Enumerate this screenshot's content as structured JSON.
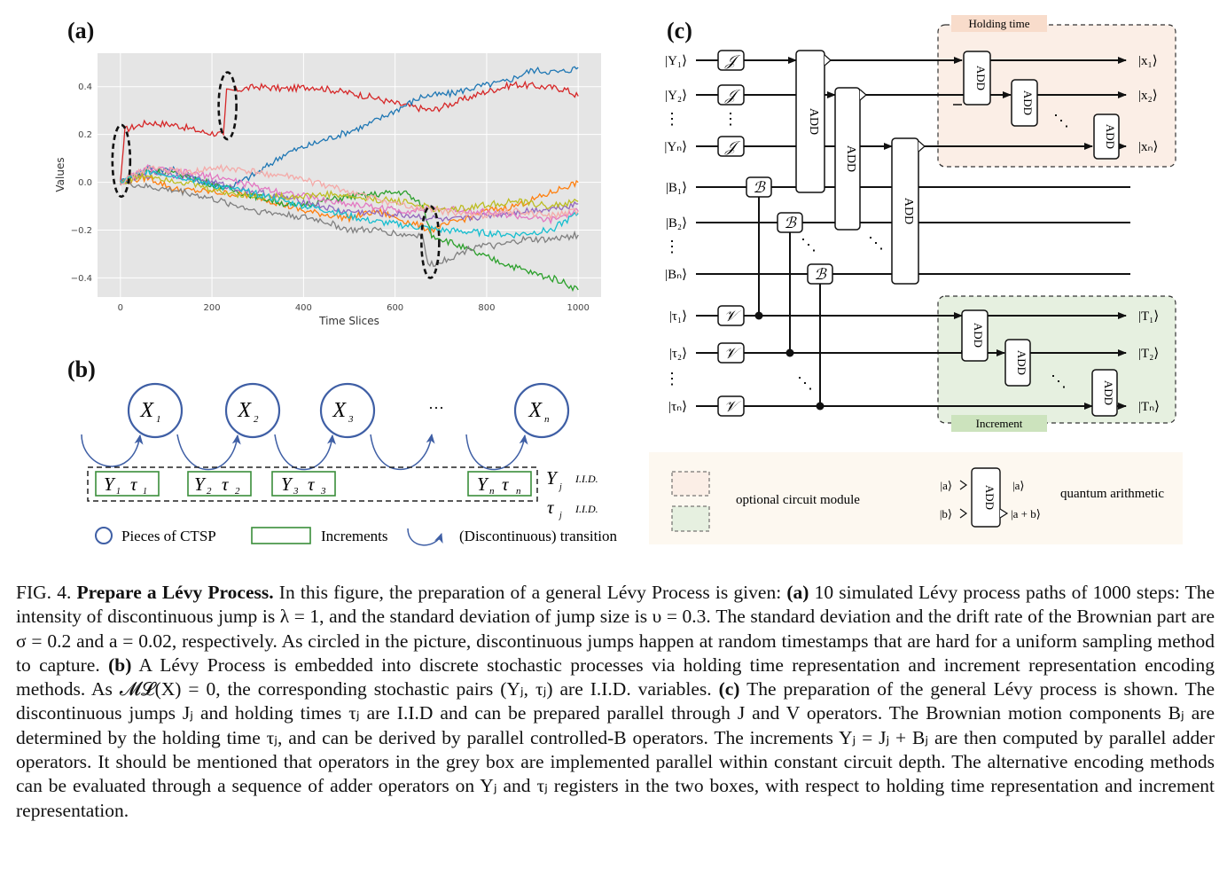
{
  "panels": {
    "a": "(a)",
    "b": "(b)",
    "c": "(c)"
  },
  "chart_data": {
    "type": "line",
    "xlabel": "Time Slices",
    "ylabel": "Values",
    "xlim": [
      -50,
      1050
    ],
    "ylim": [
      -0.48,
      0.54
    ],
    "xticks": [
      0,
      200,
      400,
      600,
      800,
      1000
    ],
    "yticks": [
      -0.4,
      -0.2,
      0.0,
      0.2,
      0.4
    ],
    "xtick_labels": [
      "0",
      "200",
      "400",
      "600",
      "800",
      "1000"
    ],
    "ytick_labels": [
      "−0.4",
      "−0.2",
      "0.0",
      "0.2",
      "0.4"
    ],
    "grid": true,
    "background": "#e5e5e5",
    "series": [
      {
        "color": "#d62728",
        "points": [
          [
            0,
            0.0
          ],
          [
            10,
            0.22
          ],
          [
            60,
            0.25
          ],
          [
            120,
            0.24
          ],
          [
            180,
            0.21
          ],
          [
            225,
            0.2
          ],
          [
            232,
            0.38
          ],
          [
            300,
            0.4
          ],
          [
            360,
            0.39
          ],
          [
            420,
            0.4
          ],
          [
            480,
            0.38
          ],
          [
            540,
            0.36
          ],
          [
            600,
            0.33
          ],
          [
            680,
            0.3
          ],
          [
            740,
            0.34
          ],
          [
            800,
            0.38
          ],
          [
            860,
            0.41
          ],
          [
            920,
            0.4
          ],
          [
            970,
            0.39
          ],
          [
            1000,
            0.36
          ]
        ]
      },
      {
        "color": "#1f77b4",
        "points": [
          [
            0,
            0.0
          ],
          [
            60,
            0.06
          ],
          [
            120,
            0.05
          ],
          [
            180,
            0.0
          ],
          [
            240,
            -0.02
          ],
          [
            300,
            0.04
          ],
          [
            360,
            0.12
          ],
          [
            420,
            0.16
          ],
          [
            480,
            0.2
          ],
          [
            540,
            0.24
          ],
          [
            600,
            0.3
          ],
          [
            660,
            0.36
          ],
          [
            720,
            0.37
          ],
          [
            780,
            0.4
          ],
          [
            840,
            0.42
          ],
          [
            900,
            0.47
          ],
          [
            960,
            0.46
          ],
          [
            1000,
            0.48
          ]
        ]
      },
      {
        "color": "#ff7f0e",
        "points": [
          [
            0,
            0.0
          ],
          [
            60,
            0.02
          ],
          [
            120,
            -0.03
          ],
          [
            200,
            -0.04
          ],
          [
            300,
            -0.06
          ],
          [
            400,
            -0.12
          ],
          [
            500,
            -0.15
          ],
          [
            560,
            -0.12
          ],
          [
            620,
            -0.16
          ],
          [
            680,
            -0.2
          ],
          [
            740,
            -0.16
          ],
          [
            800,
            -0.12
          ],
          [
            860,
            -0.1
          ],
          [
            920,
            -0.06
          ],
          [
            970,
            -0.02
          ],
          [
            1000,
            0.0
          ]
        ]
      },
      {
        "color": "#2ca02c",
        "points": [
          [
            0,
            0.0
          ],
          [
            60,
            0.05
          ],
          [
            140,
            0.03
          ],
          [
            220,
            -0.02
          ],
          [
            300,
            -0.06
          ],
          [
            380,
            -0.1
          ],
          [
            440,
            -0.08
          ],
          [
            500,
            -0.06
          ],
          [
            560,
            -0.05
          ],
          [
            620,
            -0.04
          ],
          [
            660,
            -0.1
          ],
          [
            680,
            -0.22
          ],
          [
            720,
            -0.25
          ],
          [
            780,
            -0.3
          ],
          [
            840,
            -0.34
          ],
          [
            900,
            -0.38
          ],
          [
            960,
            -0.41
          ],
          [
            1000,
            -0.45
          ]
        ]
      },
      {
        "color": "#9467bd",
        "points": [
          [
            0,
            0.0
          ],
          [
            80,
            0.04
          ],
          [
            160,
            0.02
          ],
          [
            240,
            -0.02
          ],
          [
            320,
            -0.05
          ],
          [
            400,
            -0.08
          ],
          [
            480,
            -0.12
          ],
          [
            560,
            -0.13
          ],
          [
            640,
            -0.14
          ],
          [
            720,
            -0.16
          ],
          [
            800,
            -0.14
          ],
          [
            880,
            -0.12
          ],
          [
            940,
            -0.11
          ],
          [
            1000,
            -0.09
          ]
        ]
      },
      {
        "color": "#7f7f7f",
        "points": [
          [
            0,
            0.0
          ],
          [
            60,
            -0.02
          ],
          [
            140,
            -0.04
          ],
          [
            220,
            -0.08
          ],
          [
            300,
            -0.12
          ],
          [
            380,
            -0.14
          ],
          [
            440,
            -0.16
          ],
          [
            500,
            -0.2
          ],
          [
            560,
            -0.2
          ],
          [
            620,
            -0.22
          ],
          [
            660,
            -0.22
          ],
          [
            672,
            -0.35
          ],
          [
            700,
            -0.33
          ],
          [
            740,
            -0.3
          ],
          [
            780,
            -0.26
          ],
          [
            820,
            -0.27
          ],
          [
            880,
            -0.24
          ],
          [
            940,
            -0.24
          ],
          [
            1000,
            -0.22
          ]
        ]
      },
      {
        "color": "#e377c2",
        "points": [
          [
            0,
            0.0
          ],
          [
            60,
            0.06
          ],
          [
            140,
            0.04
          ],
          [
            220,
            0.02
          ],
          [
            300,
            -0.02
          ],
          [
            380,
            -0.05
          ],
          [
            460,
            -0.08
          ],
          [
            540,
            -0.1
          ],
          [
            620,
            -0.12
          ],
          [
            700,
            -0.11
          ],
          [
            780,
            -0.12
          ],
          [
            860,
            -0.14
          ],
          [
            940,
            -0.16
          ],
          [
            1000,
            -0.12
          ]
        ]
      },
      {
        "color": "#bcbd22",
        "points": [
          [
            0,
            0.0
          ],
          [
            60,
            0.03
          ],
          [
            140,
            0.0
          ],
          [
            220,
            -0.04
          ],
          [
            300,
            -0.06
          ],
          [
            380,
            -0.06
          ],
          [
            460,
            -0.05
          ],
          [
            540,
            -0.07
          ],
          [
            620,
            -0.08
          ],
          [
            700,
            -0.12
          ],
          [
            780,
            -0.1
          ],
          [
            860,
            -0.08
          ],
          [
            940,
            -0.1
          ],
          [
            1000,
            -0.08
          ]
        ]
      },
      {
        "color": "#17becf",
        "points": [
          [
            0,
            0.0
          ],
          [
            60,
            0.05
          ],
          [
            140,
            0.02
          ],
          [
            220,
            -0.02
          ],
          [
            300,
            -0.05
          ],
          [
            380,
            -0.09
          ],
          [
            460,
            -0.12
          ],
          [
            540,
            -0.16
          ],
          [
            620,
            -0.18
          ],
          [
            700,
            -0.2
          ],
          [
            780,
            -0.21
          ],
          [
            860,
            -0.22
          ],
          [
            940,
            -0.2
          ],
          [
            1000,
            -0.13
          ]
        ]
      },
      {
        "color": "#f4aaa8",
        "points": [
          [
            0,
            0.0
          ],
          [
            60,
            0.06
          ],
          [
            140,
            0.04
          ],
          [
            220,
            0.06
          ],
          [
            300,
            0.04
          ],
          [
            380,
            0.02
          ],
          [
            460,
            -0.02
          ],
          [
            540,
            -0.06
          ],
          [
            620,
            -0.1
          ],
          [
            700,
            -0.12
          ],
          [
            780,
            -0.14
          ],
          [
            860,
            -0.12
          ],
          [
            940,
            -0.14
          ],
          [
            1000,
            -0.12
          ]
        ]
      }
    ],
    "jump_markers": [
      {
        "x": 0,
        "y_low": -0.06,
        "y_high": 0.24
      },
      {
        "x": 232,
        "y_low": 0.18,
        "y_high": 0.46
      },
      {
        "x": 675,
        "y_low": -0.4,
        "y_high": -0.1
      }
    ]
  },
  "panel_b": {
    "states": [
      {
        "base": "X",
        "sub": "1"
      },
      {
        "base": "X",
        "sub": "2"
      },
      {
        "base": "X",
        "sub": "3"
      },
      {
        "base": "X",
        "sub": "n"
      }
    ],
    "ellipsis": "···",
    "increments": [
      {
        "Y": "Y",
        "ysub": "1",
        "tau": "τ",
        "tsub": "1"
      },
      {
        "Y": "Y",
        "ysub": "2",
        "tau": "τ",
        "tsub": "2"
      },
      {
        "Y": "Y",
        "ysub": "3",
        "tau": "τ",
        "tsub": "3"
      },
      {
        "Y": "Y",
        "ysub": "n",
        "tau": "τ",
        "tsub": "n"
      }
    ],
    "iid_y": "Y",
    "iid_y_sub": "j",
    "iid_tau": "τ",
    "iid_tau_sub": "j",
    "iid_label": "I.I.D.",
    "legend": {
      "pieces": "Pieces of CTSP",
      "increments": "Increments",
      "transition": "(Discontinuous) transition"
    }
  },
  "panel_c": {
    "holding_box_label": "Holding time",
    "increment_box_label": "Increment",
    "holding_box_color": "#fbeee6",
    "increment_box_color": "#e6f0e0",
    "holding_tag_color": "#f8dccb",
    "increment_tag_color": "#cce3bd",
    "inputs": [
      "|Y₁⟩",
      "|Y₂⟩",
      "|Yₙ⟩",
      "|B₁⟩",
      "|B₂⟩",
      "|Bₙ⟩",
      "|τ₁⟩",
      "|τ₂⟩",
      "|τₙ⟩"
    ],
    "outputs_holding": [
      "|x₁⟩",
      "|x₂⟩",
      "|xₙ⟩"
    ],
    "outputs_increment": [
      "|T₁⟩",
      "|T₂⟩",
      "|Tₙ⟩"
    ],
    "gate_J": "𝒥",
    "gate_B": "ℬ",
    "gate_V": "𝒱",
    "add": "ADD",
    "vdots": "⋮",
    "ddots": "⋱",
    "legend": {
      "optional": "optional circuit module",
      "arith": "quantum arithmetic",
      "in_a": "|a⟩",
      "in_b": "|b⟩",
      "out_a": "|a⟩",
      "out_sum": "|a + b⟩"
    }
  },
  "caption": {
    "fig": "FIG. 4.",
    "title": "Prepare a Lévy Process.",
    "s1": "In this figure, the preparation of a general Lévy Process is given:",
    "a": "(a)",
    "s2": "10 simulated Lévy process paths of 1000 steps: The intensity of discontinuous jump is λ = 1, and the standard deviation of jump size is υ = 0.3. The standard deviation and the drift rate of the Brownian part are σ = 0.2 and a = 0.02, respectively. As circled in the picture, discontinuous jumps happen at random timestamps that are hard for a uniform sampling method to capture.",
    "b": "(b)",
    "s3": "A Lévy Process is embedded into discrete stochastic processes via holding time representation and increment representation encoding methods. As 𝓜𝓛(X) = 0, the corresponding stochastic pairs (Yⱼ, τⱼ) are I.I.D. variables.",
    "c": "(c)",
    "s4": "The preparation of the general Lévy process is shown. The discontinuous jumps Jⱼ and holding times τⱼ are I.I.D and can be prepared parallel through J and V operators. The Brownian motion components Bⱼ are determined by the holding time τⱼ, and can be derived by parallel controlled-B operators. The increments Yⱼ = Jⱼ + Bⱼ are then computed by parallel adder operators. It should be mentioned that operators in the grey box are implemented parallel within constant circuit depth. The alternative encoding methods can be evaluated through a sequence of adder operators on Yⱼ and τⱼ registers in the two boxes, with respect to holding time representation and increment representation."
  }
}
